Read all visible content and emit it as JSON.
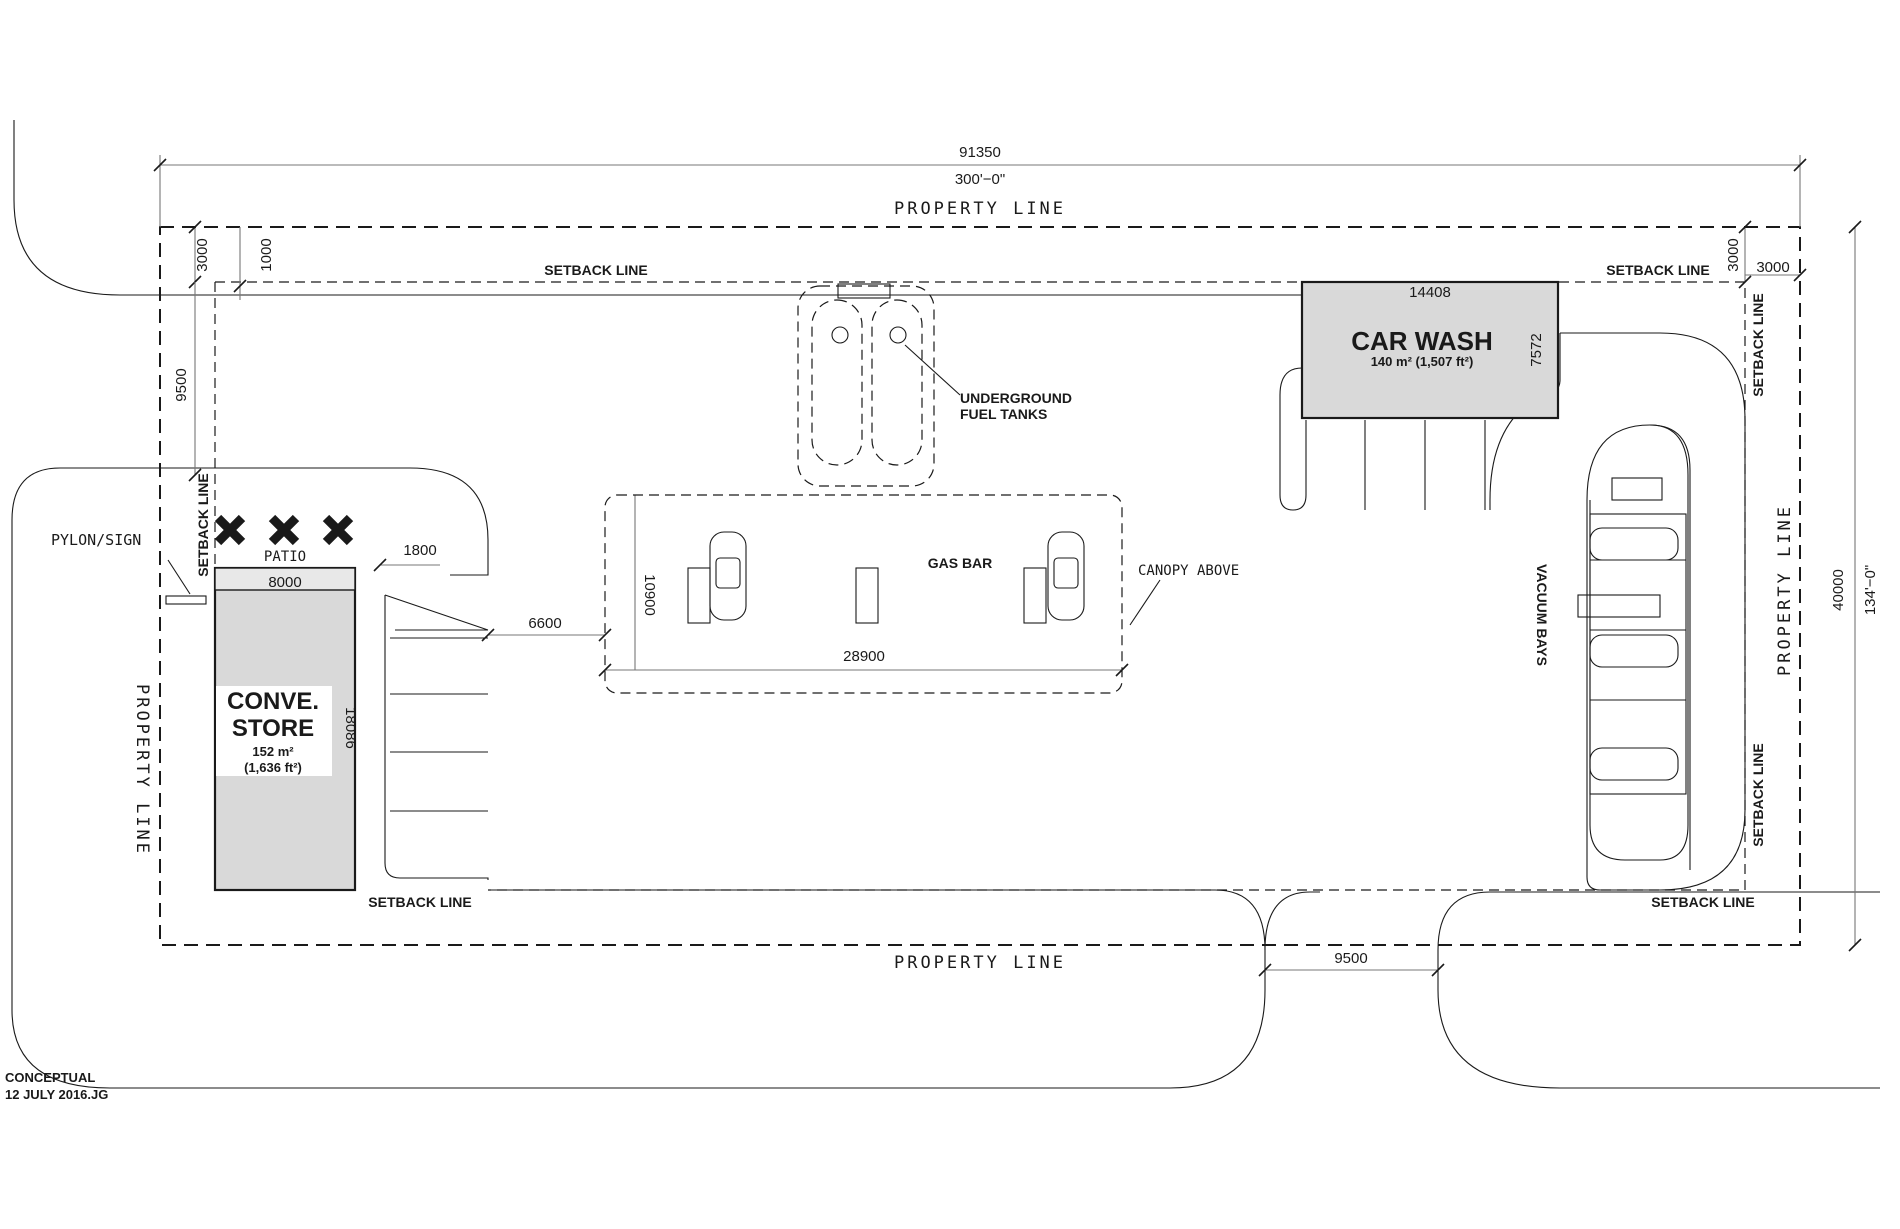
{
  "labels": {
    "property_line_top": "PROPERTY LINE",
    "property_line_bottom": "PROPERTY LINE",
    "property_line_left": "PROPERTY LINE",
    "property_line_right": "PROPERTY LINE",
    "setback_line_top_left": "SETBACK LINE",
    "setback_line_top_right": "SETBACK LINE",
    "setback_line_left": "SETBACK LINE",
    "setback_line_right_upper": "SETBACK LINE",
    "setback_line_right_lower": "SETBACK LINE",
    "setback_line_bottom_left": "SETBACK LINE",
    "setback_line_bottom_right": "SETBACK LINE",
    "underground_tanks_line1": "UNDERGROUND",
    "underground_tanks_line2": "FUEL TANKS",
    "gas_bar": "GAS BAR",
    "canopy_above": "CANOPY ABOVE",
    "pylon_sign": "PYLON/SIGN",
    "patio": "PATIO",
    "vacuum_bays": "VACUUM BAYS"
  },
  "buildings": {
    "car_wash": {
      "name": "CAR WASH",
      "area": "140 m² (1,507 ft²)"
    },
    "store": {
      "name_line1": "CONVE.",
      "name_line2": "STORE",
      "area_line1": "152 m²",
      "area_line2": "(1,636 ft²)"
    }
  },
  "dimensions": {
    "overall_width_mm": "91350",
    "overall_width_ft": "300'−0\"",
    "overall_depth_mm": "40000",
    "overall_depth_ft": "134'−0\"",
    "top_setback_left": "3000",
    "top_setback_inner": "1000",
    "top_setback_right": "3000",
    "right_setback": "3000",
    "left_depth": "9500",
    "car_wash_width": "14408",
    "car_wash_depth": "7572",
    "store_width": "8000",
    "store_depth": "18086",
    "store_offset": "1800",
    "drive_aisle": "6600",
    "canopy_depth": "10900",
    "canopy_width": "28900",
    "driveway_width": "9500"
  },
  "notes": {
    "line1": "CONCEPTUAL",
    "line2": "12 JULY 2016.JG"
  }
}
